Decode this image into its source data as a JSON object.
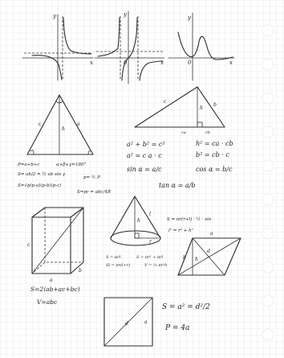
{
  "formulas": {
    "triangle_perimeter": "P=a+b+c",
    "triangle_angles": "α+β+γ=180°",
    "triangle_area_base": "S= ah/2 = ½ ab sin γ",
    "triangle_area_p": "p= ½ P",
    "heron": "S=√p(p-a)(p-b)(p-c)",
    "area_inradius": "S=pr = abc/4R",
    "pythagoras": "a² + b² = c²",
    "leg_a_sq": "a² = c a · c",
    "sine": "sin α = a/c",
    "h_sq": "h² = ca · cb",
    "b_sq": "b² = cb · c",
    "cosine": "cos α = b/c",
    "tangent": "tan α = a/b",
    "cone_lateral": "S = πr(r+l) · ½ · sin",
    "cone_slant": "l² = r² + h²",
    "cone_full_area": "S = πr² + πrl",
    "cone_lateral_area": "S = πrl",
    "cone_lateral_full": "Sl = πr(l+r)",
    "cone_volume": "V = ⅓ πr²h",
    "box_area": "S=2(ab+ac+bc)",
    "box_volume": "V=abc",
    "square_area": "S = a² = d²/2",
    "square_perimeter": "P = 4a"
  },
  "labels": {
    "x": "x",
    "y": "y",
    "zero": "0",
    "a": "a",
    "b": "b",
    "c": "c",
    "h": "h",
    "r": "r",
    "l": "l",
    "d": "d",
    "alpha": "α",
    "beta": "β",
    "gamma": "γ",
    "ca": "ca",
    "cb": "cb"
  },
  "colors": {
    "paper": "#ffffff",
    "grid": "#dcdcdc",
    "ink": "#2b2b2b"
  }
}
